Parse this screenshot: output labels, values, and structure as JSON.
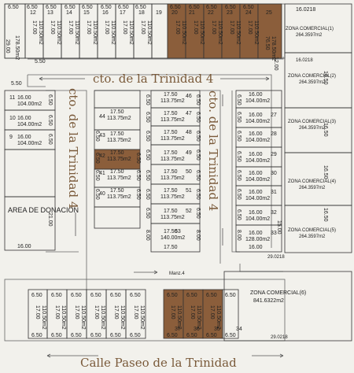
{
  "streets": {
    "top": "cto. de la Trinidad 4",
    "left": "cto. de la Trinidad 4",
    "right": "cto. de la Trinidad 4",
    "bottom": "Calle Paseo de la Trinidad"
  },
  "blocks": {
    "area_donacion": "AREA DE DONACION",
    "manzana": "Manz.4"
  },
  "labels": {
    "w650": "6.50",
    "w550": "5.50",
    "d1700": "17.00",
    "d1750": "17.50",
    "d1600": "16.00",
    "d1200": "12.00",
    "d800": "8.00",
    "d2900": "29.00",
    "d2100": "21.00",
    "d1650": "16.50",
    "d1500": "15.00",
    "d7650": "76.50",
    "d2902": "29.0218",
    "d1602": "16.0218",
    "a11050": "110.50m2",
    "a11375": "113.75m2",
    "a10400": "104.00m2",
    "a14000": "140.00m2",
    "a12800": "128.00m2",
    "a17850": "178.50m2",
    "a26435": "264.3597m2",
    "a84163": "841.6322m2"
  },
  "top_lots": [
    "12",
    "13",
    "14",
    "15",
    "16",
    "17",
    "18",
    "19",
    "20",
    "21",
    "22",
    "23",
    "24",
    "25"
  ],
  "left_lots": [
    "11",
    "10",
    "9"
  ],
  "center_left_lots": [
    "44",
    "43",
    "42",
    "41",
    "40"
  ],
  "center_right_lots": [
    "46",
    "47",
    "48",
    "49",
    "50",
    "51",
    "52",
    "53"
  ],
  "right_lots": [
    "27",
    "28",
    "29",
    "30",
    "31",
    "32",
    "33"
  ],
  "bottom_lots": [
    "34",
    "35",
    "36",
    "37"
  ],
  "zonas": [
    "ZONA COMERCIAL(1)",
    "ZONA COMERCIAL(2)",
    "ZONA COMERCIAL(3)",
    "ZONA COMERCIAL(4)",
    "ZONA COMERCIAL(5)",
    "ZONA COMERCIAL(6)"
  ],
  "colors": {
    "background": "#f2f1ec",
    "lines": "#333333",
    "highlight": "#8b5e3b",
    "street_text": "#7a5a3a"
  }
}
